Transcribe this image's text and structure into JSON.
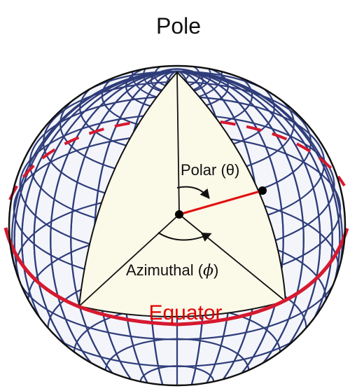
{
  "labels": {
    "pole": "Pole",
    "polar": "Polar (θ)",
    "azimuthal_prefix": "Azimuthal (",
    "azimuthal_symbol": "ϕ",
    "azimuthal_suffix": ")",
    "equator": "Equator"
  },
  "colors": {
    "background": "#ffffff",
    "grid": "#2f3d7a",
    "sphere_fill": "#f3f5fb",
    "wedge_fill": "#fbf9e8",
    "outline": "#111111",
    "equator": "#d6192f",
    "radius_line": "#e01010",
    "label_text": "#111111",
    "equator_label": "#e00000"
  },
  "icons": {
    "polar_arc": "curved-arrow-icon",
    "azimuth_arc": "curved-arrow-icon",
    "points": "dot-icon"
  }
}
